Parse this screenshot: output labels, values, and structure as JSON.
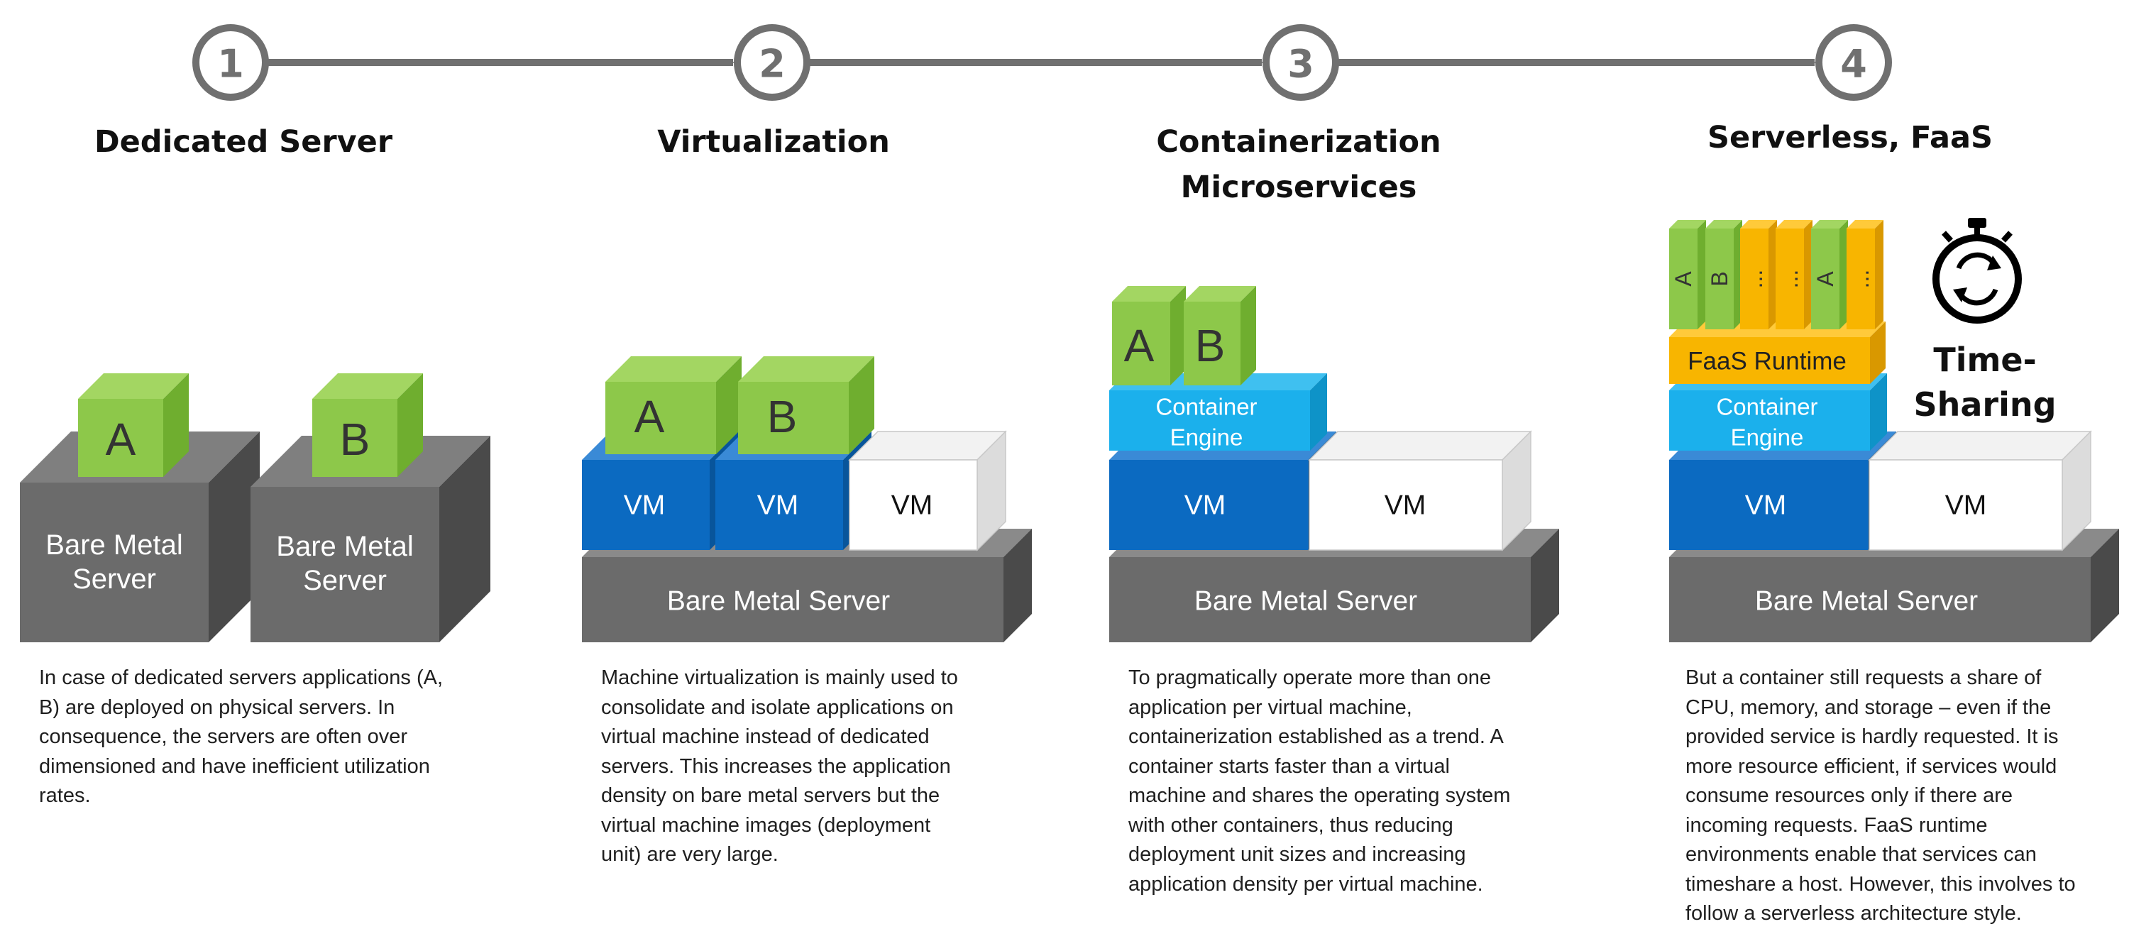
{
  "steps": [
    {
      "number": "1",
      "title_lines": [
        "Dedicated Server"
      ],
      "blocks": {
        "app_a": "A",
        "app_b": "B",
        "server_1": [
          "Bare Metal",
          "Server"
        ],
        "server_2": [
          "Bare Metal",
          "Server"
        ]
      },
      "description_lines": [
        "In case of dedicated servers applications (A,",
        "B)  are deployed on physical servers. In",
        "consequence, the servers are often over",
        "dimensioned and have inefficient utilization",
        "rates."
      ]
    },
    {
      "number": "2",
      "title_lines": [
        "Virtualization"
      ],
      "blocks": {
        "app_a": "A",
        "app_b": "B",
        "vm_1": "VM",
        "vm_2": "VM",
        "vm_3": "VM",
        "server": "Bare Metal Server"
      },
      "description_lines": [
        "Machine virtualization is mainly used to",
        "consolidate and isolate applications on",
        "virtual machine instead of dedicated",
        "servers. This increases the application",
        "density on bare metal servers but the",
        "virtual machine images (deployment",
        "unit) are very large."
      ]
    },
    {
      "number": "3",
      "title_lines": [
        "Containerization",
        "Microservices"
      ],
      "blocks": {
        "app_a": "A",
        "app_b": "B",
        "container_engine": [
          "Container",
          "Engine"
        ],
        "vm_1": "VM",
        "vm_2": "VM",
        "server": "Bare Metal Server"
      },
      "description_lines": [
        "To pragmatically operate more than one",
        "application per virtual machine,",
        "containerization established as a trend. A",
        "container starts faster than a virtual",
        "machine and shares the operating system",
        "with other containers, thus reducing",
        "deployment unit sizes and increasing",
        "application density per virtual machine."
      ]
    },
    {
      "number": "4",
      "title_lines": [
        "Serverless, FaaS"
      ],
      "blocks": {
        "functions": [
          "A",
          "B",
          "...",
          "...",
          "A",
          "..."
        ],
        "faas_runtime": "FaaS Runtime",
        "container_engine": [
          "Container",
          "Engine"
        ],
        "vm_1": "VM",
        "vm_2": "VM",
        "server": "Bare Metal Server",
        "time_sharing": [
          "Time-",
          "Sharing"
        ],
        "timer_icon": "stopwatch-icon"
      },
      "description_lines": [
        "But a container still requests a share of",
        "CPU, memory, and storage – even if the",
        "provided service is hardly requested. It is",
        "more resource efficient, if services would",
        "consume resources only if there are",
        "incoming requests. FaaS runtime",
        "environments enable that  services can",
        "timeshare a host. However, this involves to",
        "follow a serverless architecture style."
      ]
    }
  ],
  "colors": {
    "timeline": "#707070",
    "server": "#6b6b6b",
    "vm_blue": "#0b6ac1",
    "vm_white": "#ffffff",
    "app_green": "#8dc84a",
    "container_cyan": "#1bb0ec",
    "faas_orange": "#f8b500"
  }
}
